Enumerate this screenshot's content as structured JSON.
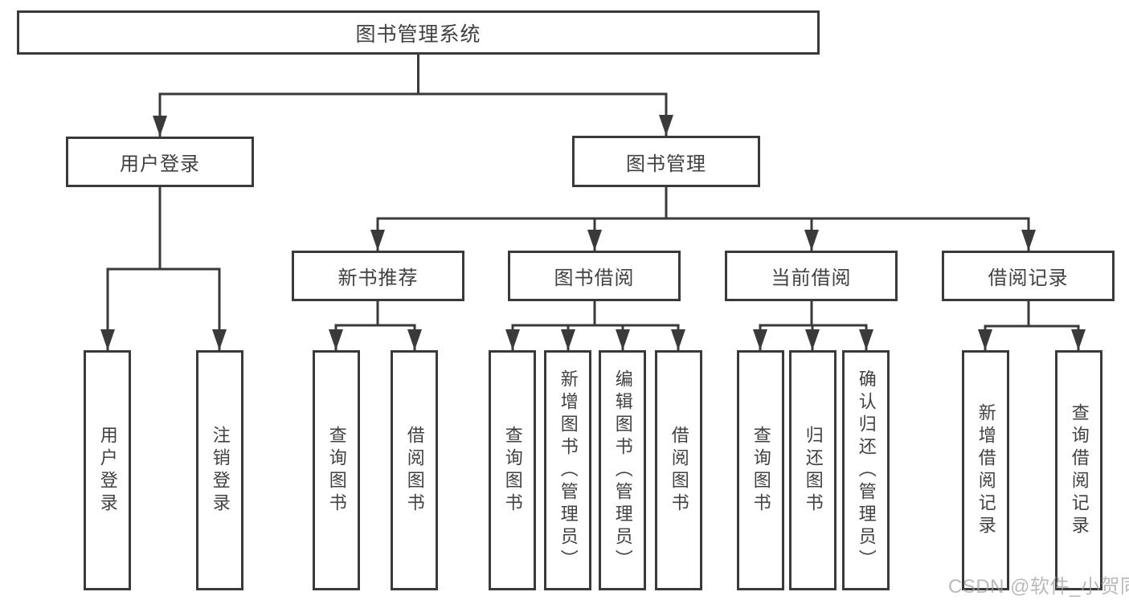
{
  "diagram": {
    "title": "图书管理系统",
    "level2": [
      {
        "label": "用户登录"
      },
      {
        "label": "图书管理"
      }
    ],
    "level3": [
      {
        "label": "新书推荐"
      },
      {
        "label": "图书借阅"
      },
      {
        "label": "当前借阅"
      },
      {
        "label": "借阅记录"
      }
    ],
    "leaves": [
      {
        "label": "用户登录"
      },
      {
        "label": "注销登录"
      },
      {
        "label": "查询图书"
      },
      {
        "label": "借阅图书"
      },
      {
        "label": "查询图书"
      },
      {
        "label": "新增图书（管理员）"
      },
      {
        "label": "编辑图书（管理员）"
      },
      {
        "label": "借阅图书"
      },
      {
        "label": "查询图书"
      },
      {
        "label": "归还图书"
      },
      {
        "label": "确认归还（管理员）"
      },
      {
        "label": "新增借阅记录"
      },
      {
        "label": "查询借阅记录"
      }
    ],
    "colors": {
      "line": "#3A3A3A",
      "text": "#414141",
      "background": "#FFFFFF",
      "watermark": "#9F9F9F"
    }
  },
  "watermark": {
    "text": "CSDN @软件_小贺同学"
  }
}
